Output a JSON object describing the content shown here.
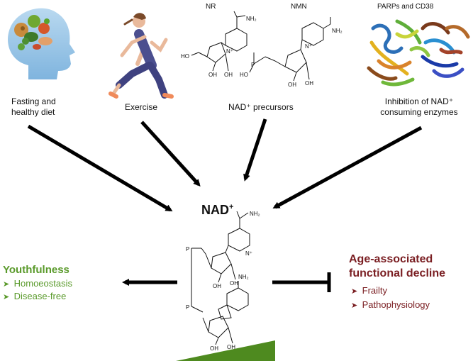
{
  "inputs": {
    "diet": {
      "line1": "Fasting and",
      "line2": "healthy diet"
    },
    "exercise": {
      "label": "Exercise"
    },
    "precursors": {
      "label": "NAD⁺ precursors",
      "nr": "NR",
      "nmn": "NMN"
    },
    "enzymes": {
      "title": "PARPs and CD38",
      "line1": "Inhibition of NAD⁺",
      "line2": "consuming enzymes"
    }
  },
  "center": {
    "title": "NAD",
    "sup": "+"
  },
  "left_outcome": {
    "title": "Youthfulness",
    "items": [
      "Homoeostasis",
      "Disease-free"
    ],
    "color": "#5a9a2b"
  },
  "right_outcome": {
    "title_line1": "Age-associated",
    "title_line2": "functional decline",
    "items": [
      "Frailty",
      "Pathophysiology"
    ],
    "color": "#7a1e22"
  },
  "molecule_labels": {
    "nh2": "NH₂",
    "oh": "OH",
    "ho": "HO",
    "p": "P",
    "o": "O",
    "n": "N",
    "nplus": "N⁺"
  },
  "colors": {
    "arrow": "#000000",
    "wedge": "#4e8a1f"
  }
}
